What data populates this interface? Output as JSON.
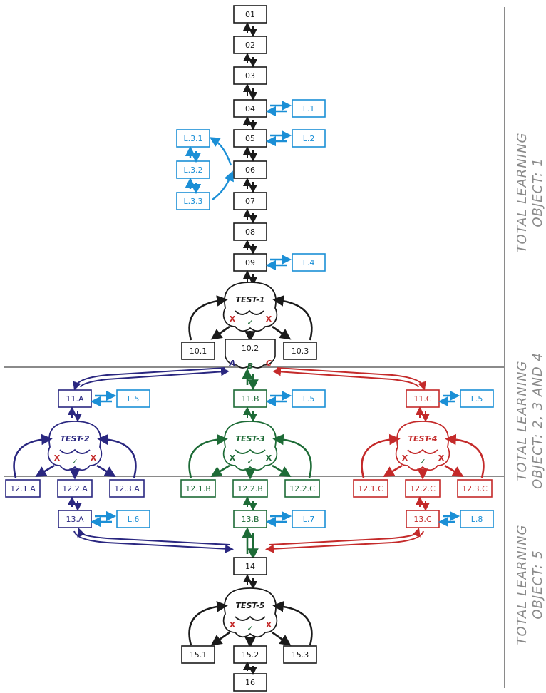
{
  "colors": {
    "black": "#1a1a1a",
    "cyan": "#1b8fd6",
    "navy": "#2a2780",
    "green": "#1d6b36",
    "red": "#c42a2a",
    "grey": "#8a8a8a"
  },
  "nodes": {
    "n01": "01",
    "n02": "02",
    "n03": "03",
    "n04": "04",
    "n05": "05",
    "n06": "06",
    "n07": "07",
    "n08": "08",
    "n09": "09",
    "l1": "L.1",
    "l2": "L.2",
    "l31": "L.3.1",
    "l32": "L.3.2",
    "l33": "L.3.3",
    "l4": "L.4",
    "n101": "10.1",
    "n102": "10.2",
    "n103": "10.3",
    "n11a": "11.A",
    "n11b": "11.B",
    "n11c": "11.C",
    "l5a": "L.5",
    "l5b": "L.5",
    "l5c": "L.5",
    "n121a": "12.1.A",
    "n122a": "12.2.A",
    "n123a": "12.3.A",
    "n121b": "12.1.B",
    "n122b": "12.2.B",
    "n122c_mid": "12.2.C",
    "n121c": "12.1.C",
    "n122c": "12.2.C",
    "n123c": "12.3.C",
    "n13a": "13.A",
    "n13b": "13.B",
    "n13c": "13.C",
    "l6": "L.6",
    "l7": "L.7",
    "l8": "L.8",
    "n14": "14",
    "n151": "15.1",
    "n152": "15.2",
    "n153": "15.3",
    "n16": "16"
  },
  "tests": {
    "t1": "TEST-1",
    "t2": "TEST-2",
    "t3": "TEST-3",
    "t4": "TEST-4",
    "t5": "TEST-5"
  },
  "marks": {
    "wrong": "X",
    "right": "✓",
    "a": "A",
    "b": "B",
    "c": "C"
  },
  "sections": {
    "s1_line1": "TOTAL LEARNING",
    "s1_line2": "OBJECT: 1",
    "s2_line1": "TOTAL LEARNING",
    "s2_line2": "OBJECT: 2, 3 AND 4",
    "s3_line1": "TOTAL LEARNING",
    "s3_line2": "OBJECT: 5"
  }
}
